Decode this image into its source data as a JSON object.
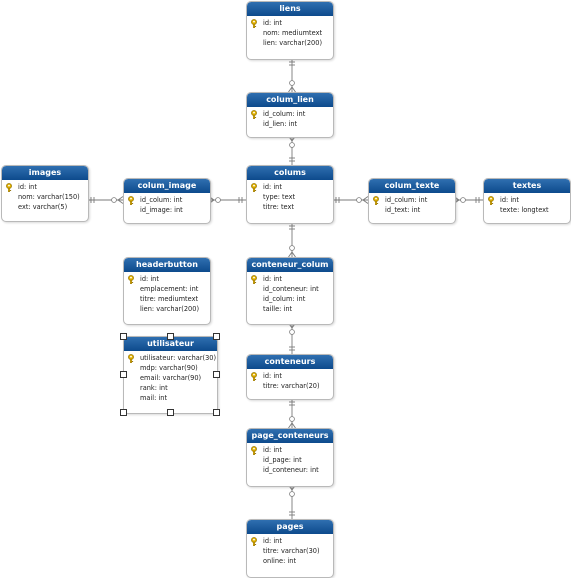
{
  "diagram": {
    "tables": [
      {
        "id": "liens",
        "name": "liens",
        "fields": [
          {
            "text": "id: int",
            "key": true
          },
          {
            "text": "nom: mediumtext",
            "key": false
          },
          {
            "text": "lien: varchar(200)",
            "key": false
          }
        ]
      },
      {
        "id": "colum_lien",
        "name": "colum_lien",
        "fields": [
          {
            "text": "id_colum: int",
            "key": true
          },
          {
            "text": "id_lien: int",
            "key": false
          }
        ]
      },
      {
        "id": "images",
        "name": "images",
        "fields": [
          {
            "text": "id: int",
            "key": true
          },
          {
            "text": "nom: varchar(150)",
            "key": false
          },
          {
            "text": "ext: varchar(5)",
            "key": false
          }
        ]
      },
      {
        "id": "colum_image",
        "name": "colum_image",
        "fields": [
          {
            "text": "id_colum: int",
            "key": true
          },
          {
            "text": "id_image: int",
            "key": false
          }
        ]
      },
      {
        "id": "colums",
        "name": "colums",
        "fields": [
          {
            "text": "id: int",
            "key": true
          },
          {
            "text": "type: text",
            "key": false
          },
          {
            "text": "titre: text",
            "key": false
          }
        ]
      },
      {
        "id": "colum_texte",
        "name": "colum_texte",
        "fields": [
          {
            "text": "id_colum: int",
            "key": true
          },
          {
            "text": "id_text: int",
            "key": false
          }
        ]
      },
      {
        "id": "textes",
        "name": "textes",
        "fields": [
          {
            "text": "id: int",
            "key": true
          },
          {
            "text": "texte: longtext",
            "key": false
          }
        ]
      },
      {
        "id": "headerbutton",
        "name": "headerbutton",
        "fields": [
          {
            "text": "id: int",
            "key": true
          },
          {
            "text": "emplacement: int",
            "key": false
          },
          {
            "text": "titre: mediumtext",
            "key": false
          },
          {
            "text": "lien: varchar(200)",
            "key": false
          }
        ]
      },
      {
        "id": "conteneur_colum",
        "name": "conteneur_colum",
        "fields": [
          {
            "text": "id: int",
            "key": true
          },
          {
            "text": "id_conteneur: int",
            "key": false
          },
          {
            "text": "id_colum: int",
            "key": false
          },
          {
            "text": "taille: int",
            "key": false
          }
        ]
      },
      {
        "id": "utilisateur",
        "name": "utilisateur",
        "fields": [
          {
            "text": "utilisateur: varchar(30)",
            "key": true
          },
          {
            "text": "mdp: varchar(90)",
            "key": false
          },
          {
            "text": "email: varchar(90)",
            "key": false
          },
          {
            "text": "rank: int",
            "key": false
          },
          {
            "text": "mail: int",
            "key": false
          }
        ]
      },
      {
        "id": "conteneurs",
        "name": "conteneurs",
        "fields": [
          {
            "text": "id: int",
            "key": true
          },
          {
            "text": "titre: varchar(20)",
            "key": false
          }
        ]
      },
      {
        "id": "page_conteneurs",
        "name": "page_conteneurs",
        "fields": [
          {
            "text": "id: int",
            "key": true
          },
          {
            "text": "id_page: int",
            "key": false
          },
          {
            "text": "id_conteneur: int",
            "key": false
          }
        ]
      },
      {
        "id": "pages",
        "name": "pages",
        "fields": [
          {
            "text": "id: int",
            "key": true
          },
          {
            "text": "titre: varchar(30)",
            "key": false
          },
          {
            "text": "online: int",
            "key": false
          }
        ]
      }
    ],
    "selected_table": "utilisateur",
    "colors": {
      "header": "#1a5a9c",
      "border": "#b9b9b9",
      "line": "#7a7a7a",
      "key": "#e0b000"
    }
  }
}
